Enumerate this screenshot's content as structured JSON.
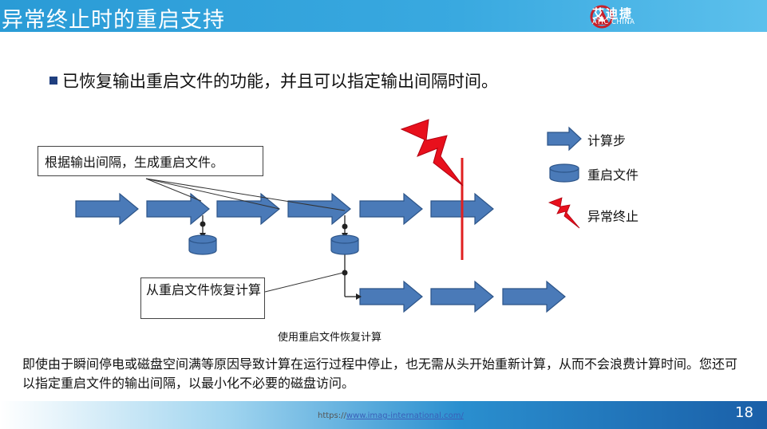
{
  "header": {
    "title": "异常终止时的重启支持",
    "logo_cn": "艾迪捷",
    "logo_en": "ATIC CHINA"
  },
  "bullet": "已恢复输出重启文件的功能，并且可以指定输出间隔时间。",
  "callouts": {
    "restart_output": "根据输出间隔，生成重启文件。",
    "restore": "从重启文件恢复计算"
  },
  "legend": {
    "step": "计算步",
    "restart_file": "重启文件",
    "abnormal": "异常终止"
  },
  "caption": "使用重启文件恢复计算",
  "description": "即使由于瞬间停电或磁盘空间满等原因导致计算在运行过程中停止，也无需从头开始重新计算，从而不会浪费计算时间。您还可以指定重启文件的输出间隔，以最小化不必要的磁盘访问。",
  "footer": {
    "url_prefix": "https://",
    "url_link": "www.imag-international.com/",
    "page_number": "18"
  },
  "colors": {
    "arrow_fill": "#4a7ab8",
    "arrow_stroke": "#2c5488",
    "stop_line": "#e02020",
    "lightning": "#e8101c"
  }
}
